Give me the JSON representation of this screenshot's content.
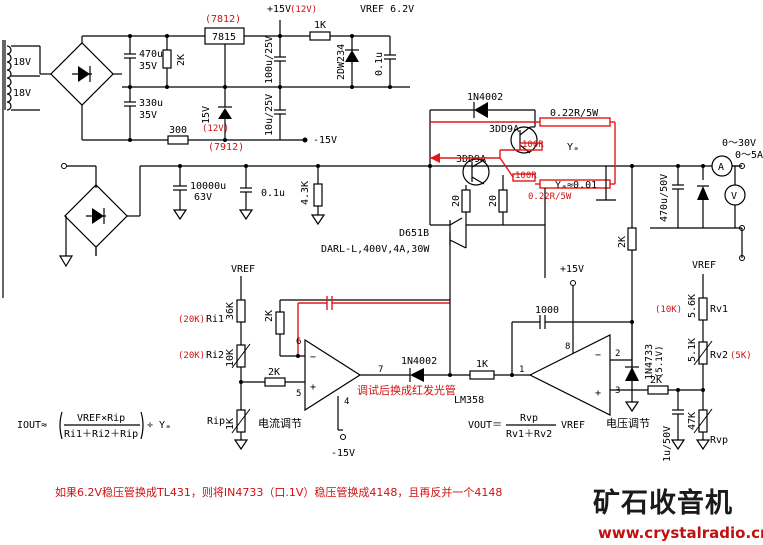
{
  "transformer": {
    "sec_top": "18V",
    "sec_bot": "18V"
  },
  "upper_supply": {
    "c_470": "470u",
    "c_470_v": "35V",
    "r_2k": "2K",
    "c_330": "330u",
    "c_330_v": "35V",
    "r_300": "300",
    "reg_pos": "7815",
    "reg_pos_alt": "(7812)",
    "plus15": "+15V",
    "plus15_alt": "(12V)",
    "zener_15": "15V",
    "zener_15_alt": "(12V)",
    "reg_neg_alt": "(7912)",
    "c_100u": "100u/25V",
    "c_10u": "10u/25V",
    "minus15": "-15V",
    "r_1k": "1K",
    "vref_label": "VREF 6.2V",
    "zener_ref": "2DW234",
    "c_01u": "0.1u"
  },
  "main_supply": {
    "c_10000": "10000u",
    "c_10000_v": "63V",
    "c_01u": "0.1u",
    "r_43k": "4.3K",
    "diode_1n4002": "1N4002",
    "r_022_top": "0.22R/5W",
    "r_022_bot": "0.22R/5W",
    "q_3dd9a_top": "3DD9A",
    "q_3dd9a_bot": "3DD9A",
    "r_100_top": "100R",
    "r_100_bot": "100R",
    "ra": "Yₐ",
    "ra_value": "Yₐ≈0.01",
    "r_20a": "20",
    "r_20b": "20",
    "darlington": "D651B",
    "darl_spec": "DARL-L,400V,4A,30W"
  },
  "output": {
    "range_v": "0～30V",
    "range_a": "0～5A",
    "ammeter": "A",
    "voltmeter": "V",
    "c_out": "470u/50V",
    "r_2k_side": "2K"
  },
  "current_loop": {
    "vref": "VREF",
    "ri1_alt": "(20K)",
    "ri1": "36K",
    "ri1_name": "Ri1",
    "ri2_alt": "(20K)",
    "ri2": "10K",
    "ri2_name": "Ri2",
    "r_2k_fb": "2K",
    "r_2k_in": "2K",
    "rip_name": "Rip",
    "rip": "1K",
    "label": "电流调节",
    "pin6": "6",
    "pin5": "5",
    "pin4": "4",
    "pin7": "7",
    "neg15": "-15V",
    "diode": "1N4002",
    "red_note": "调试后换成红发光管",
    "opamp": "LM358"
  },
  "voltage_loop": {
    "r_1k": "1K",
    "c_1000": "1000",
    "plus15": "+15V",
    "pin8": "8",
    "pin1": "1",
    "pin2": "2",
    "pin3": "3",
    "zener": "1N4733",
    "zener_v": "(5.1V)",
    "r_2k": "2K",
    "c_1u": "1u/50V",
    "vref": "VREF",
    "rv1_alt": "(10K)",
    "rv1": "5.6K",
    "rv1_name": "Rv1",
    "rv2": "5.1K",
    "rv2_name": "Rv2",
    "rv2_alt": "(5K)",
    "rvp": "47K",
    "rvp_name": "Rvp",
    "label": "电压调节"
  },
  "formulas": {
    "iout_lhs": "IOUT≈",
    "iout_num": "VREF×Rip",
    "iout_den": "Ri1＋Ri2＋Rip",
    "iout_tail": "÷ Yₐ",
    "vout_lhs": "VOUT＝",
    "vout_num": "Rvp",
    "vout_den": "Rv1＋Rv2",
    "vout_tail": "VREF"
  },
  "note": "如果6.2V稳压管换成TL431，则将IN4733（口.1V）稳压管换成4148，且再反并一个4148",
  "logo": {
    "title": "矿石收音机",
    "url": "www.crystalradio.cn"
  },
  "colors": {
    "wire": "#000000",
    "mod": "#e21818",
    "url": "#c01010"
  }
}
